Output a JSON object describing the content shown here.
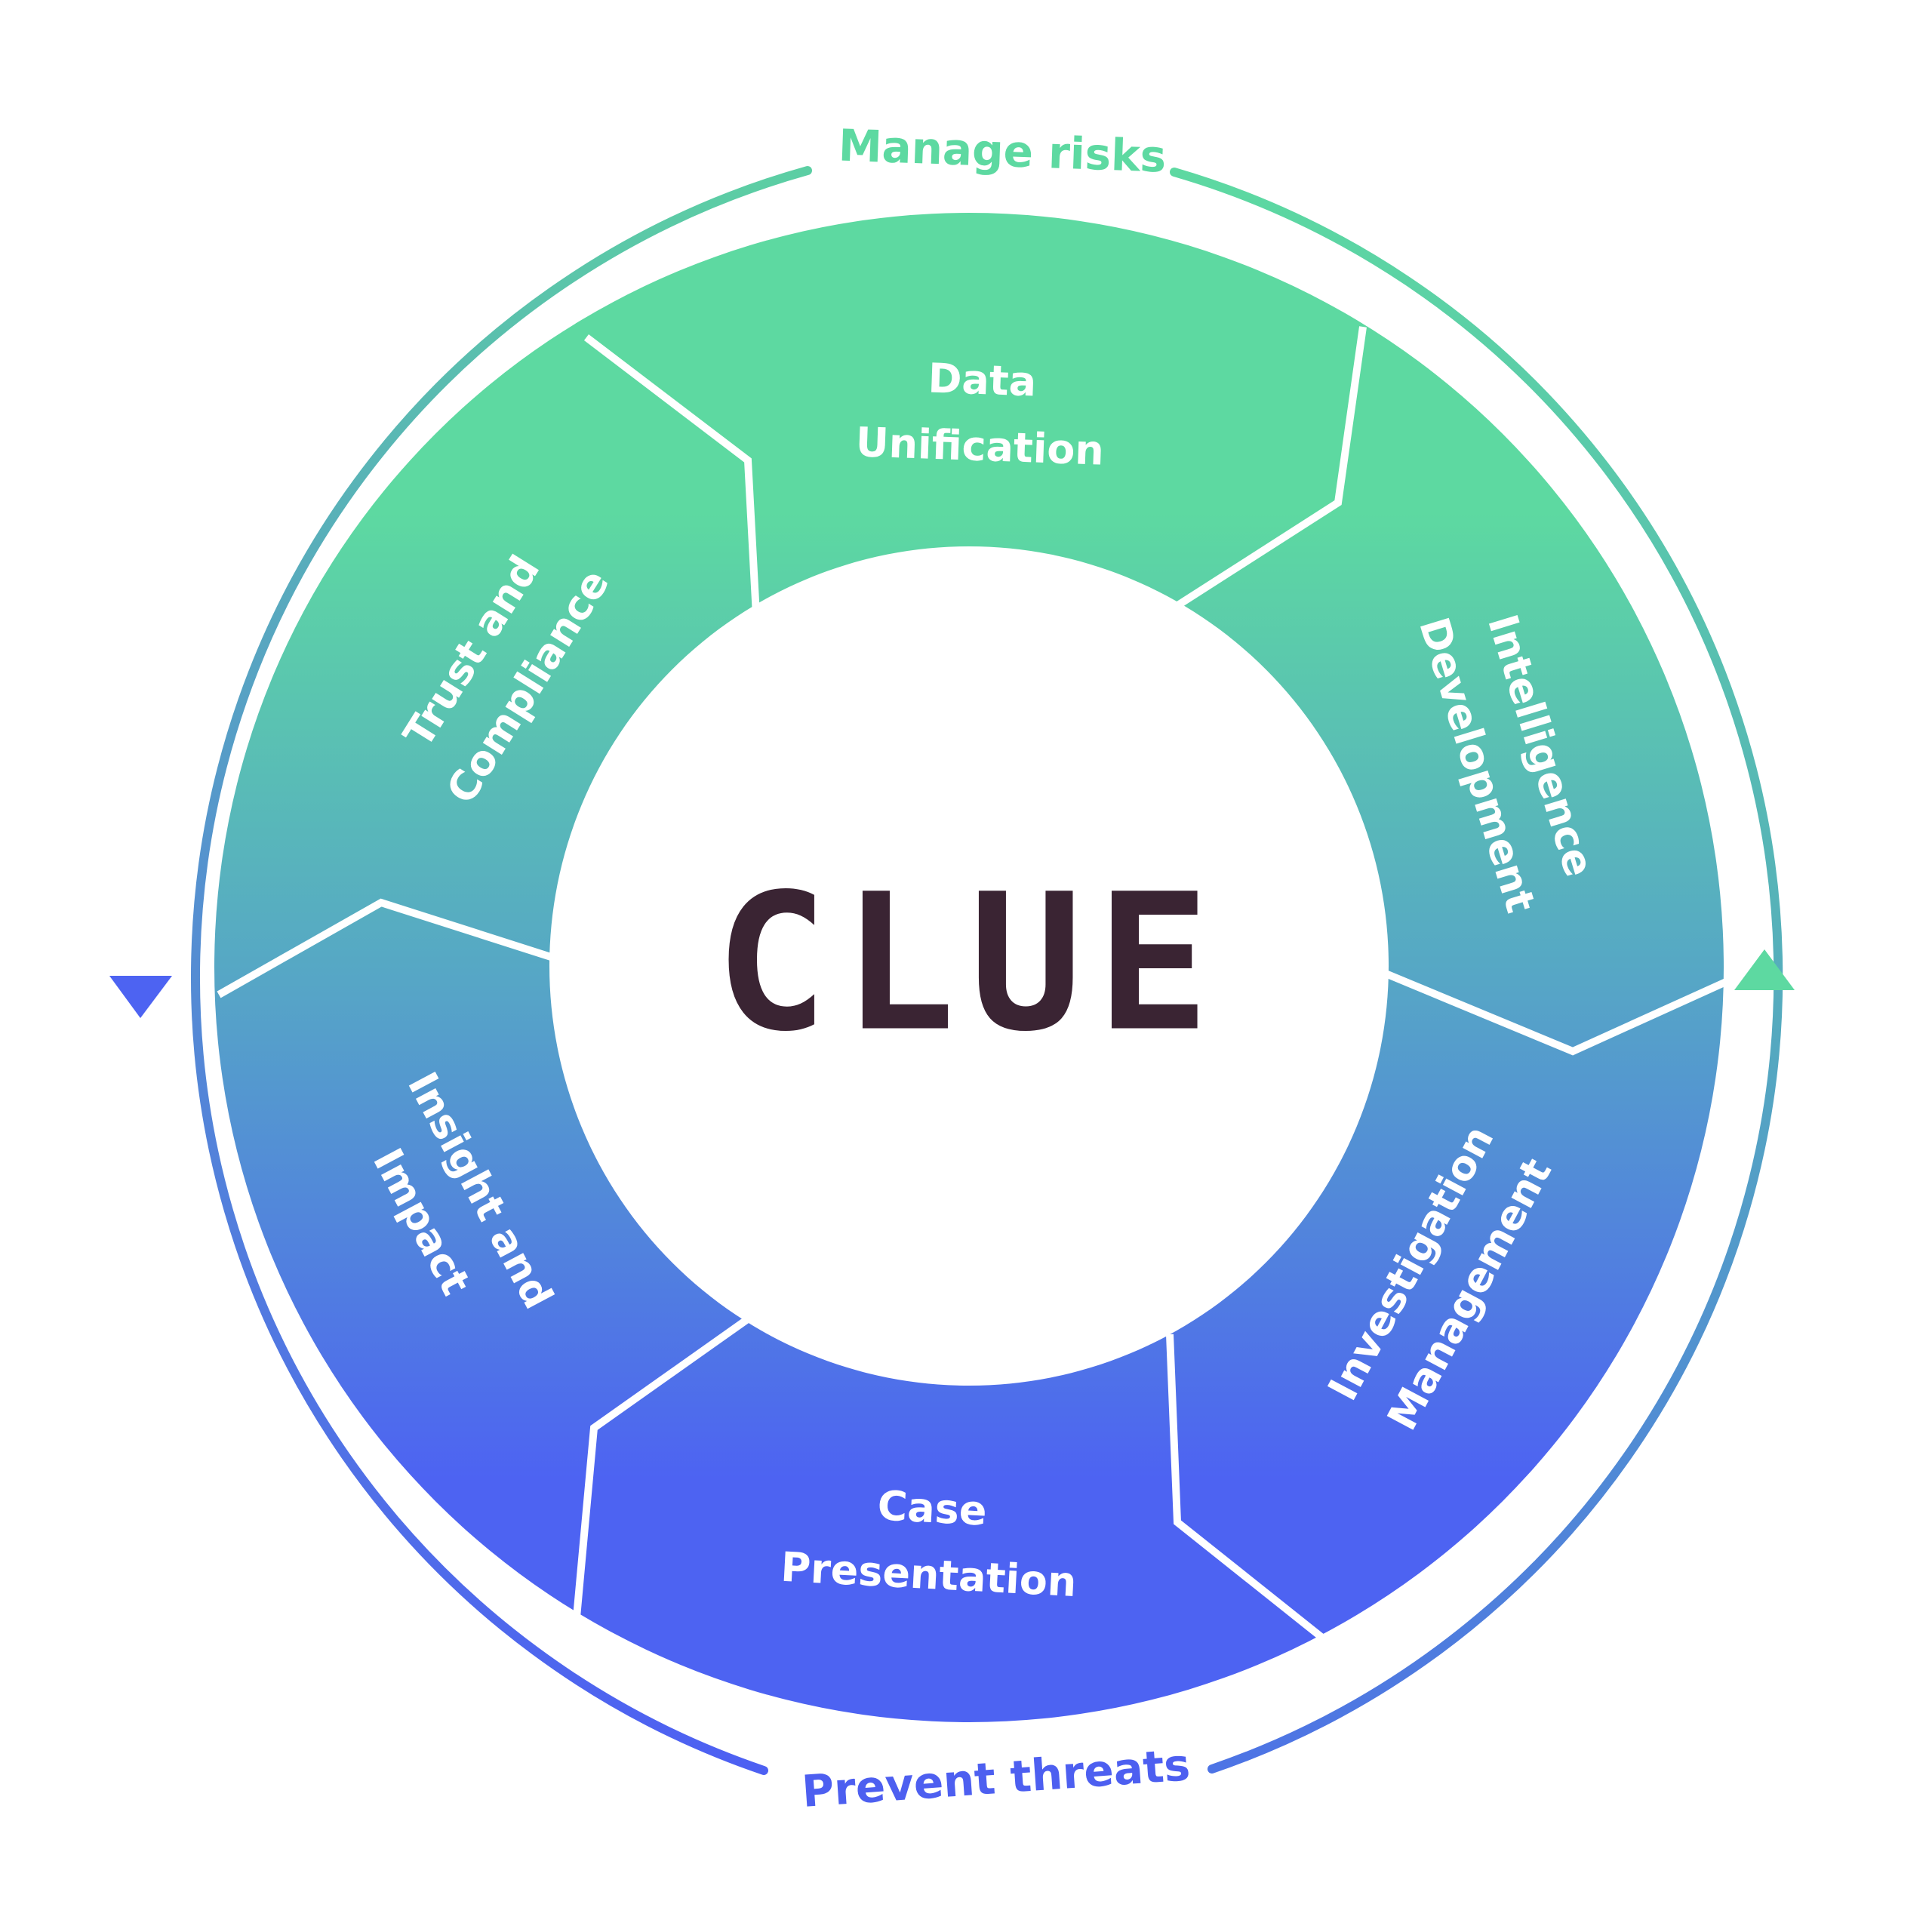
{
  "center": {
    "logo": "CLUE"
  },
  "segments": [
    {
      "id": "data-unification",
      "lines": [
        "Data",
        "Unification"
      ]
    },
    {
      "id": "intelligence-development",
      "lines": [
        "Intelligence",
        "Development"
      ]
    },
    {
      "id": "investigation-management",
      "lines": [
        "Investigation",
        "Management"
      ]
    },
    {
      "id": "case-presentation",
      "lines": [
        "Case",
        "Presentation"
      ]
    },
    {
      "id": "insight-and-impact",
      "lines": [
        "Insight and",
        "Impact"
      ]
    },
    {
      "id": "trust-and-compliance",
      "lines": [
        "Trust and",
        "Compliance"
      ]
    }
  ],
  "outer_cycle": {
    "top_label": "Manage risks",
    "bottom_label": "Prevent threats"
  },
  "colors": {
    "green": "#5dd9a1",
    "blue": "#4d63f2",
    "logo": "#3a2433",
    "divider": "#ffffff"
  }
}
